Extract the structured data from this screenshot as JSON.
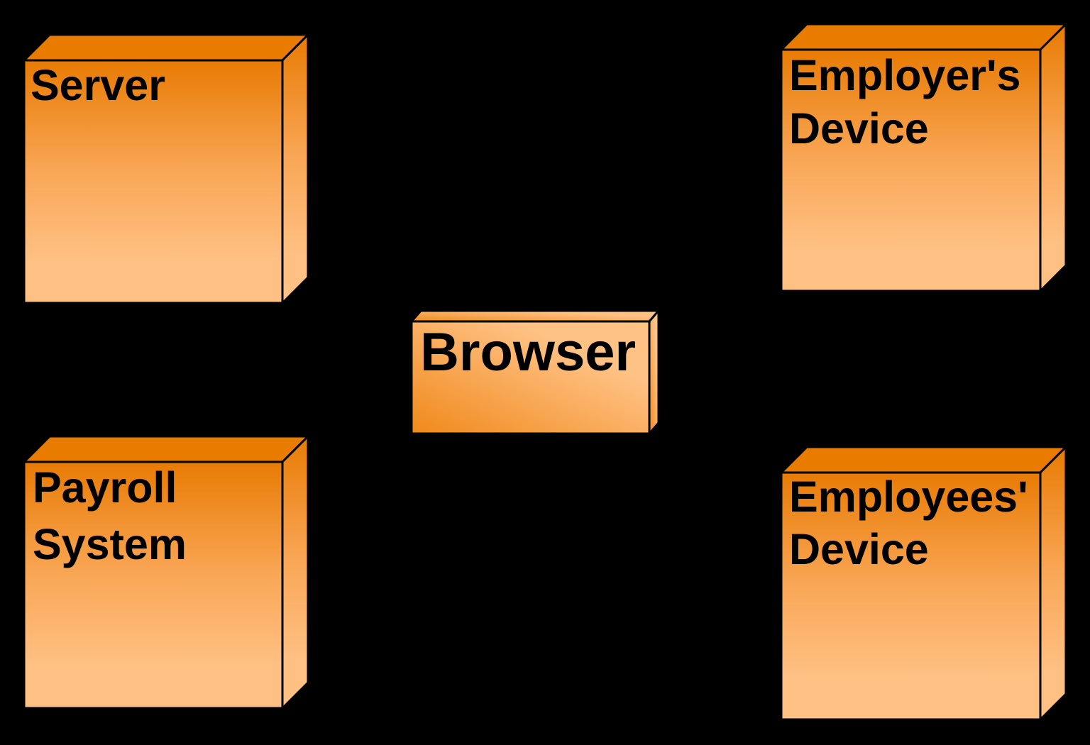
{
  "diagram": {
    "type": "uml-deployment-diagram",
    "background_color": "#000000",
    "outline_color": "#000000",
    "label_color": "#000000",
    "gradient": {
      "dark": "#e87b04",
      "mid": "#f9a655",
      "light": "#ffc083",
      "top_face": "#e87b00",
      "browser_dark": "#f0891b",
      "browser_light": "#ffc285"
    },
    "nodes": [
      {
        "id": "server",
        "label": "Server",
        "lines": [
          "Server"
        ]
      },
      {
        "id": "employers-device",
        "label": "Employer's Device",
        "lines": [
          "Employer's",
          "Device"
        ]
      },
      {
        "id": "browser",
        "label": "Browser",
        "lines": [
          "Browser"
        ]
      },
      {
        "id": "payroll-system",
        "label": "Payroll System",
        "lines": [
          "Payroll",
          "System"
        ]
      },
      {
        "id": "employees-device",
        "label": "Employees' Device",
        "lines": [
          "Employees'",
          "Device"
        ]
      }
    ]
  }
}
